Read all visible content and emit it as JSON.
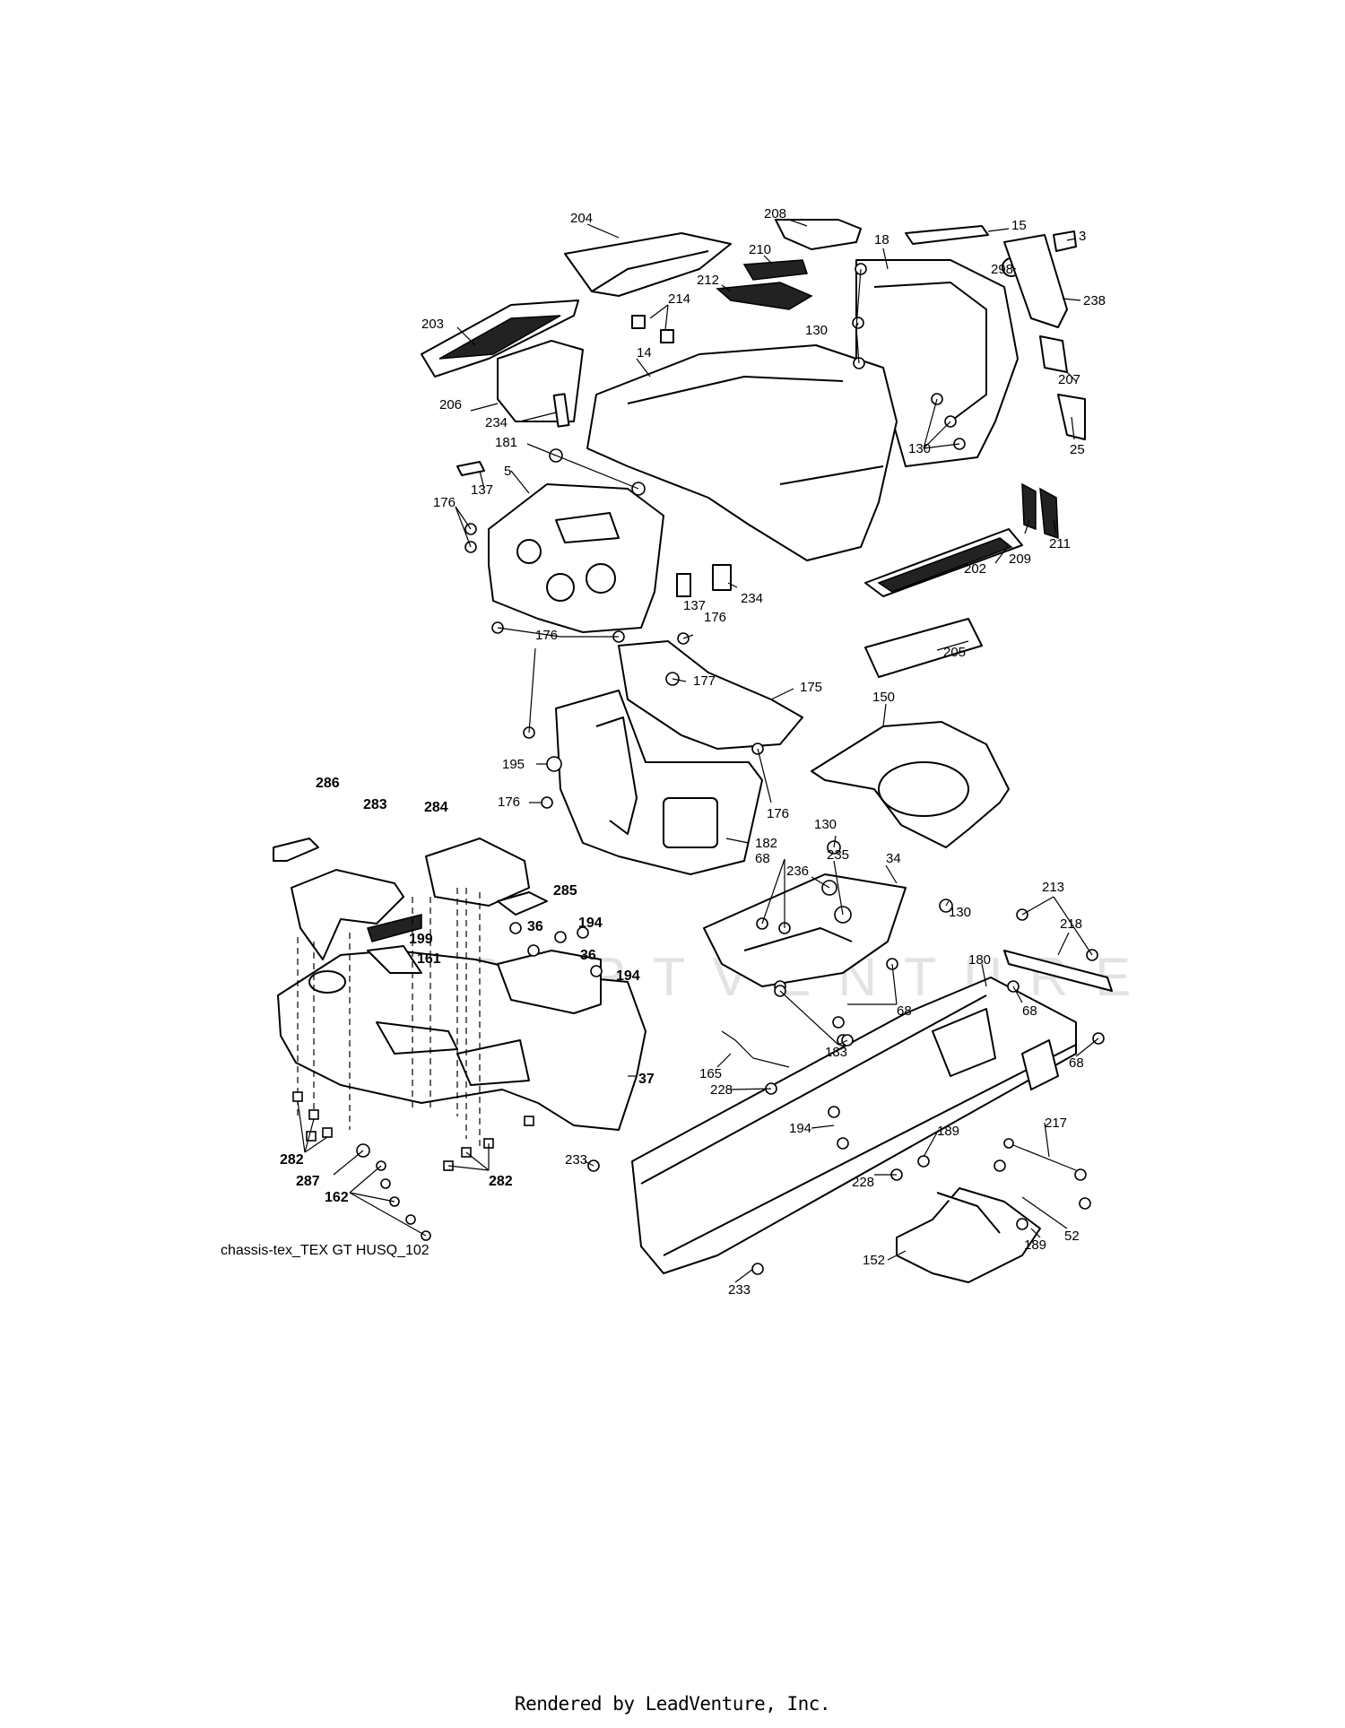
{
  "diagram": {
    "code": "chassis-tex_TEX GT HUSQ_102",
    "watermark": "PARTVENTURE",
    "footer": "Rendered by LeadVenture, Inc.",
    "callouts": [
      {
        "id": "204",
        "text": "204",
        "bold": false
      },
      {
        "id": "208",
        "text": "208",
        "bold": false
      },
      {
        "id": "210",
        "text": "210",
        "bold": false
      },
      {
        "id": "212",
        "text": "212",
        "bold": false
      },
      {
        "id": "214",
        "text": "214",
        "bold": false
      },
      {
        "id": "18",
        "text": "18",
        "bold": false
      },
      {
        "id": "15",
        "text": "15",
        "bold": false
      },
      {
        "id": "3",
        "text": "3",
        "bold": false
      },
      {
        "id": "298",
        "text": "298",
        "bold": false
      },
      {
        "id": "238",
        "text": "238",
        "bold": false
      },
      {
        "id": "203",
        "text": "203",
        "bold": false
      },
      {
        "id": "130a",
        "text": "130",
        "bold": false
      },
      {
        "id": "14",
        "text": "14",
        "bold": false
      },
      {
        "id": "207",
        "text": "207",
        "bold": false
      },
      {
        "id": "206",
        "text": "206",
        "bold": false
      },
      {
        "id": "234a",
        "text": "234",
        "bold": false
      },
      {
        "id": "130b",
        "text": "130",
        "bold": false
      },
      {
        "id": "25",
        "text": "25",
        "bold": false
      },
      {
        "id": "181",
        "text": "181",
        "bold": false
      },
      {
        "id": "137a",
        "text": "137",
        "bold": false
      },
      {
        "id": "5",
        "text": "5",
        "bold": false
      },
      {
        "id": "176a",
        "text": "176",
        "bold": false
      },
      {
        "id": "209",
        "text": "209",
        "bold": false
      },
      {
        "id": "211",
        "text": "211",
        "bold": false
      },
      {
        "id": "202",
        "text": "202",
        "bold": false
      },
      {
        "id": "137b",
        "text": "137",
        "bold": false
      },
      {
        "id": "234b",
        "text": "234",
        "bold": false
      },
      {
        "id": "176b",
        "text": "176",
        "bold": false
      },
      {
        "id": "176c",
        "text": "176",
        "bold": false
      },
      {
        "id": "205",
        "text": "205",
        "bold": false
      },
      {
        "id": "177",
        "text": "177",
        "bold": false
      },
      {
        "id": "175",
        "text": "175",
        "bold": false
      },
      {
        "id": "150",
        "text": "150",
        "bold": false
      },
      {
        "id": "195",
        "text": "195",
        "bold": false
      },
      {
        "id": "176d",
        "text": "176",
        "bold": false
      },
      {
        "id": "176e",
        "text": "176",
        "bold": false
      },
      {
        "id": "286",
        "text": "286",
        "bold": true
      },
      {
        "id": "283",
        "text": "283",
        "bold": true
      },
      {
        "id": "284",
        "text": "284",
        "bold": true
      },
      {
        "id": "130c",
        "text": "130",
        "bold": false
      },
      {
        "id": "182",
        "text": "182",
        "bold": false
      },
      {
        "id": "235",
        "text": "235",
        "bold": false
      },
      {
        "id": "68a",
        "text": "68",
        "bold": false
      },
      {
        "id": "236",
        "text": "236",
        "bold": false
      },
      {
        "id": "34",
        "text": "34",
        "bold": false
      },
      {
        "id": "285",
        "text": "285",
        "bold": true
      },
      {
        "id": "194a",
        "text": "194",
        "bold": true
      },
      {
        "id": "36a",
        "text": "36",
        "bold": true
      },
      {
        "id": "130d",
        "text": "130",
        "bold": false
      },
      {
        "id": "213",
        "text": "213",
        "bold": false
      },
      {
        "id": "218",
        "text": "218",
        "bold": false
      },
      {
        "id": "36b",
        "text": "36",
        "bold": true
      },
      {
        "id": "199",
        "text": "199",
        "bold": true
      },
      {
        "id": "161",
        "text": "161",
        "bold": true
      },
      {
        "id": "194b",
        "text": "194",
        "bold": true
      },
      {
        "id": "180",
        "text": "180",
        "bold": false
      },
      {
        "id": "68b",
        "text": "68",
        "bold": false
      },
      {
        "id": "68c",
        "text": "68",
        "bold": false
      },
      {
        "id": "183",
        "text": "183",
        "bold": false
      },
      {
        "id": "68d",
        "text": "68",
        "bold": false
      },
      {
        "id": "165",
        "text": "165",
        "bold": false
      },
      {
        "id": "37",
        "text": "37",
        "bold": true
      },
      {
        "id": "228a",
        "text": "228",
        "bold": false
      },
      {
        "id": "194c",
        "text": "194",
        "bold": false
      },
      {
        "id": "189a",
        "text": "189",
        "bold": false
      },
      {
        "id": "217",
        "text": "217",
        "bold": false
      },
      {
        "id": "282a",
        "text": "282",
        "bold": true
      },
      {
        "id": "233a",
        "text": "233",
        "bold": false
      },
      {
        "id": "228b",
        "text": "228",
        "bold": false
      },
      {
        "id": "287",
        "text": "287",
        "bold": true
      },
      {
        "id": "282b",
        "text": "282",
        "bold": true
      },
      {
        "id": "162",
        "text": "162",
        "bold": true
      },
      {
        "id": "52",
        "text": "52",
        "bold": false
      },
      {
        "id": "189b",
        "text": "189",
        "bold": false
      },
      {
        "id": "152",
        "text": "152",
        "bold": false
      },
      {
        "id": "233b",
        "text": "233",
        "bold": false
      }
    ]
  }
}
